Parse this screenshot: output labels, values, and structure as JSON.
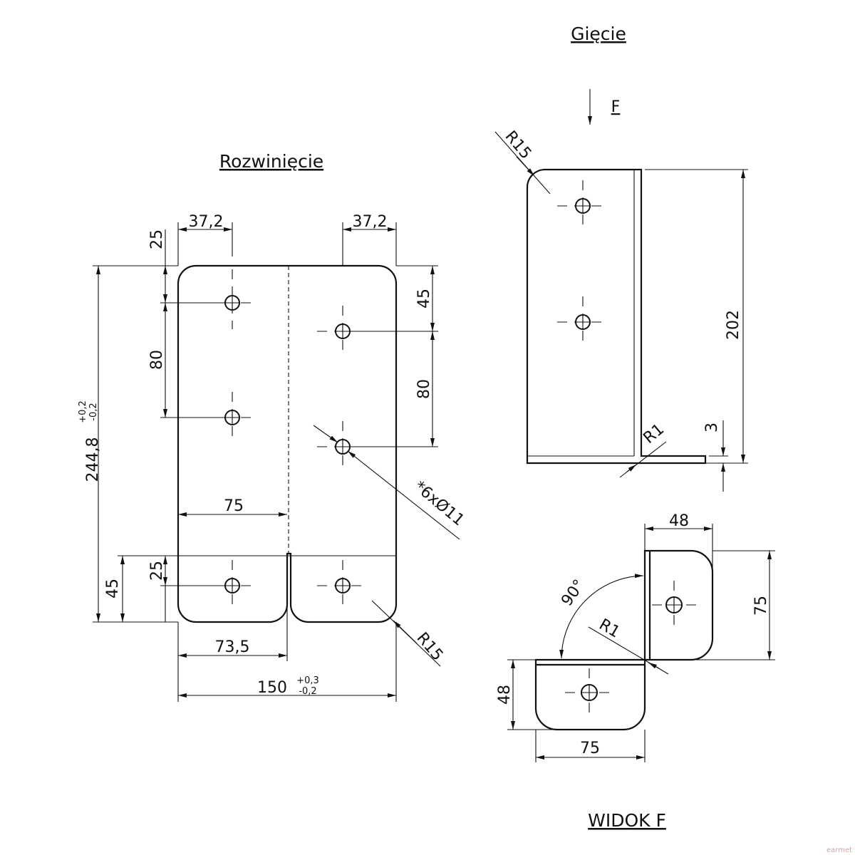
{
  "titles": {
    "flat": "Rozwinięcie",
    "bent": "Gięcie",
    "view": "WIDOK F"
  },
  "view_arrow_label": "F",
  "flat_dims": {
    "top_left_offset": "37,2",
    "top_right_offset": "37,2",
    "left_top_hole": "25",
    "left_hole_spacing": "80",
    "height": "244,8",
    "height_tol_plus": "+0,2",
    "height_tol_minus": "-0,2",
    "right_top_hole": "45",
    "right_hole_spacing": "80",
    "holes_callout": "*6xØ11",
    "half_width": "75",
    "bottom_tab_height": "45",
    "bottom_hole": "25",
    "corner_radius": "R15",
    "slot_offset": "73,5",
    "width": "150",
    "width_tol_plus": "+0,3",
    "width_tol_minus": "-0,2"
  },
  "bent_dims": {
    "corner_radius": "R15",
    "height": "202",
    "thickness": "3",
    "bend_radius": "R1"
  },
  "view_dims": {
    "top_width": "48",
    "right_height": "75",
    "left_height": "48",
    "bottom_width": "75",
    "angle": "90°",
    "bend_radius": "R1"
  },
  "watermark": "earmet"
}
